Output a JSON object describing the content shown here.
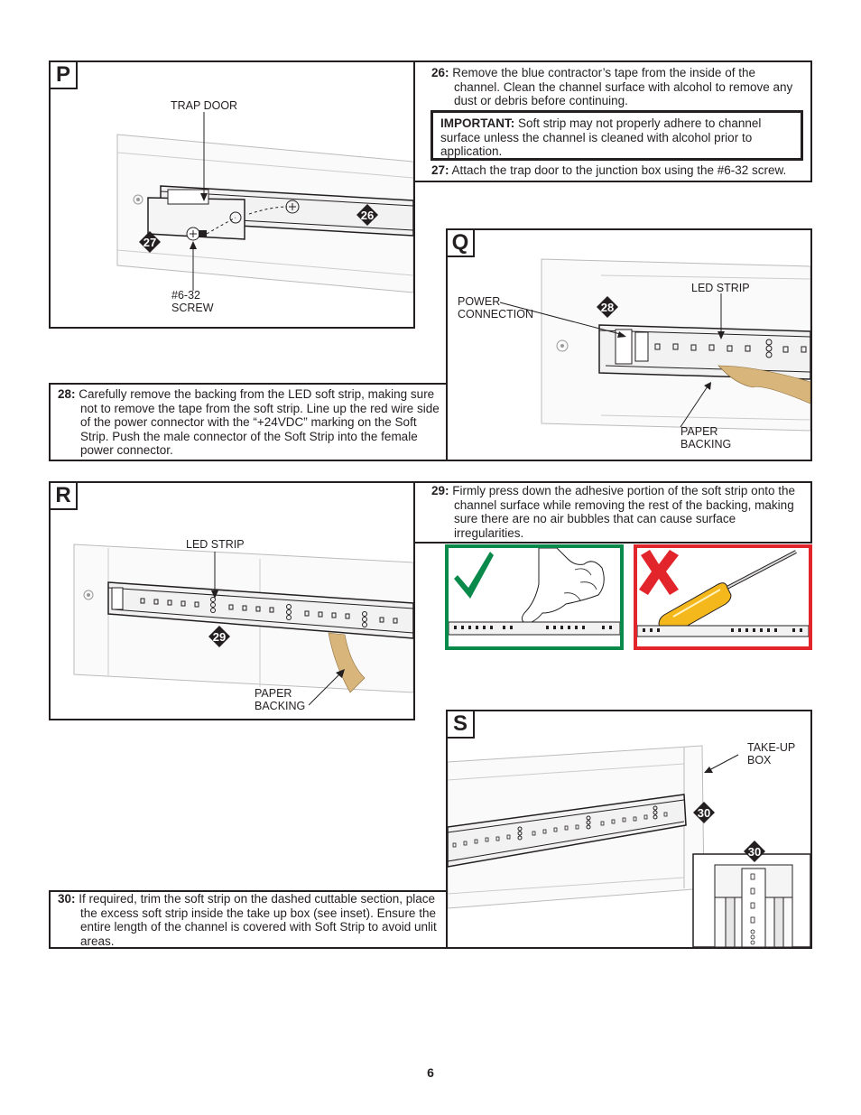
{
  "panels": {
    "p": {
      "letter": "P",
      "label_trap_door": "TRAP DOOR",
      "label_screw_1": "#6-32",
      "label_screw_2": "SCREW",
      "badge_26": "26",
      "badge_27": "27"
    },
    "q": {
      "letter": "Q",
      "label_power_1": "POWER",
      "label_power_2": "CONNECTION",
      "label_led": "LED STRIP",
      "label_paper_1": "PAPER",
      "label_paper_2": "BACKING",
      "badge_28": "28"
    },
    "r": {
      "letter": "R",
      "label_led": "LED STRIP",
      "label_paper_1": "PAPER",
      "label_paper_2": "BACKING",
      "badge_29": "29"
    },
    "s": {
      "letter": "S",
      "label_takeup_1": "TAKE-UP",
      "label_takeup_2": "BOX",
      "badge_30_main": "30",
      "badge_30_inset": "30"
    }
  },
  "steps": {
    "s26": {
      "num": "26:",
      "text": "Remove the blue contractor’s tape from the inside of the channel. Clean the channel surface with alcohol to remove any dust or debris before continuing."
    },
    "important": {
      "label": "IMPORTANT:",
      "text": "Soft strip may not properly adhere to channel surface unless the channel is cleaned with alcohol prior to application."
    },
    "s27": {
      "num": "27:",
      "text": "Attach the trap door to the junction box using the #6-32 screw."
    },
    "s28": {
      "num": "28:",
      "text": "Carefully remove the backing from the LED soft strip, making sure not to remove the tape from the soft strip. Line up the red wire side of the power connector with the “+24VDC” marking on the Soft Strip. Push the male connector of the Soft Strip into the female power connector."
    },
    "s29": {
      "num": "29:",
      "text": "Firmly press down the adhesive portion of the soft strip onto the channel surface while removing the rest of the backing, making sure there are no air bubbles that can cause surface irregularities."
    },
    "s30": {
      "num": "30:",
      "text": "If required, trim the soft strip on the dashed cuttable section, place the excess soft strip inside the take up box (see inset). Ensure the entire length of the channel is covered with Soft Strip to avoid unlit areas."
    }
  },
  "icons": {
    "correct": "checkmark-icon",
    "incorrect": "x-mark-icon"
  },
  "colors": {
    "correct": "#0a8a4a",
    "incorrect": "#e2252b",
    "paper": "#d8b57a",
    "handle": "#f5b81c"
  },
  "page_number": "6"
}
